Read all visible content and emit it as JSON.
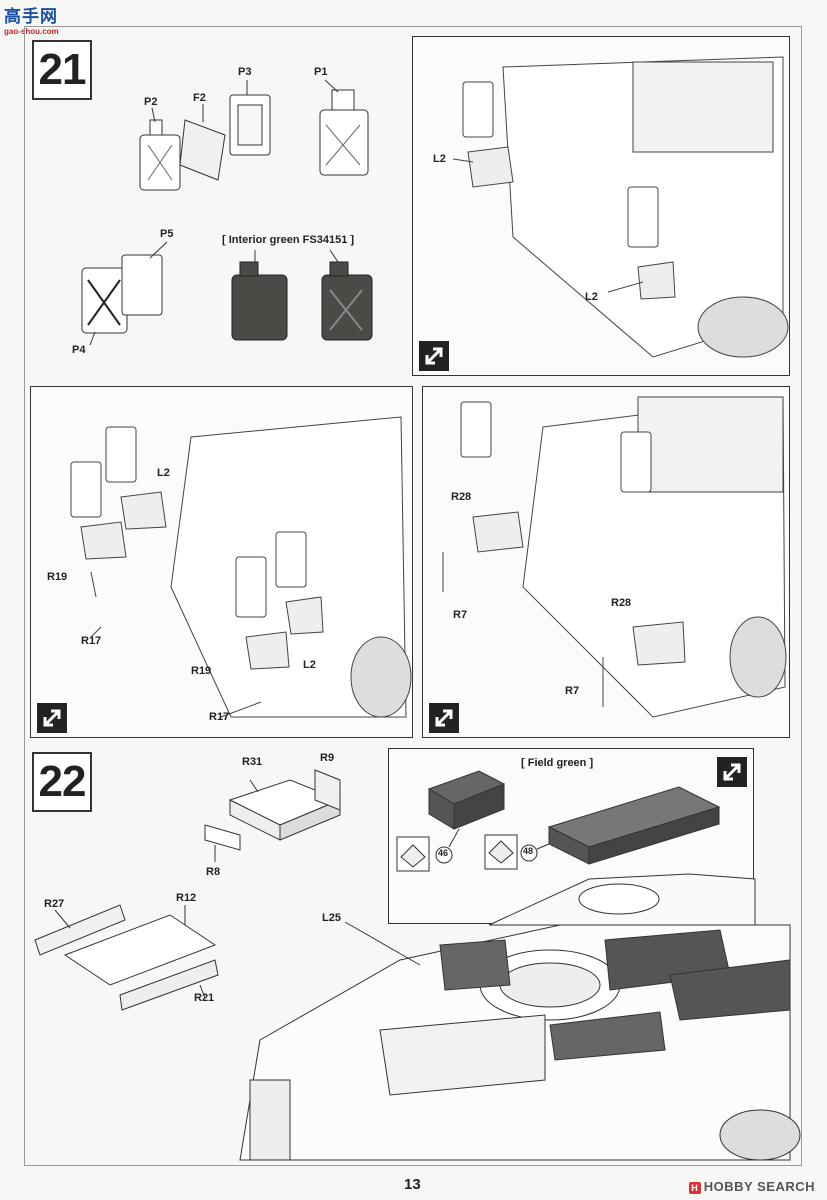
{
  "watermark": {
    "site_cn": "高手网",
    "site_url": "gao-shou.com"
  },
  "steps": [
    {
      "number": "21"
    },
    {
      "number": "22"
    }
  ],
  "step21": {
    "parts_labels": [
      "P3",
      "P1",
      "P2",
      "F2",
      "P5",
      "P4"
    ],
    "paint_note": "[ Interior green FS34151 ]",
    "panel_a_labels": [
      "L2",
      "L2"
    ],
    "panel_b_labels": [
      "L2",
      "R19",
      "R17",
      "R19",
      "L2",
      "R17"
    ],
    "panel_c_labels": [
      "R28",
      "R7",
      "R28",
      "R7"
    ]
  },
  "step22": {
    "labels": [
      "R31",
      "R9",
      "R8",
      "R27",
      "R12",
      "R21",
      "L25"
    ],
    "paint_note": "[ Field green ]",
    "decals": [
      "46",
      "48"
    ]
  },
  "page_number": "13",
  "footer_brand": "HOBBY SEARCH",
  "colors": {
    "jerrycan_green": "#4a4a47",
    "line": "#333333"
  }
}
